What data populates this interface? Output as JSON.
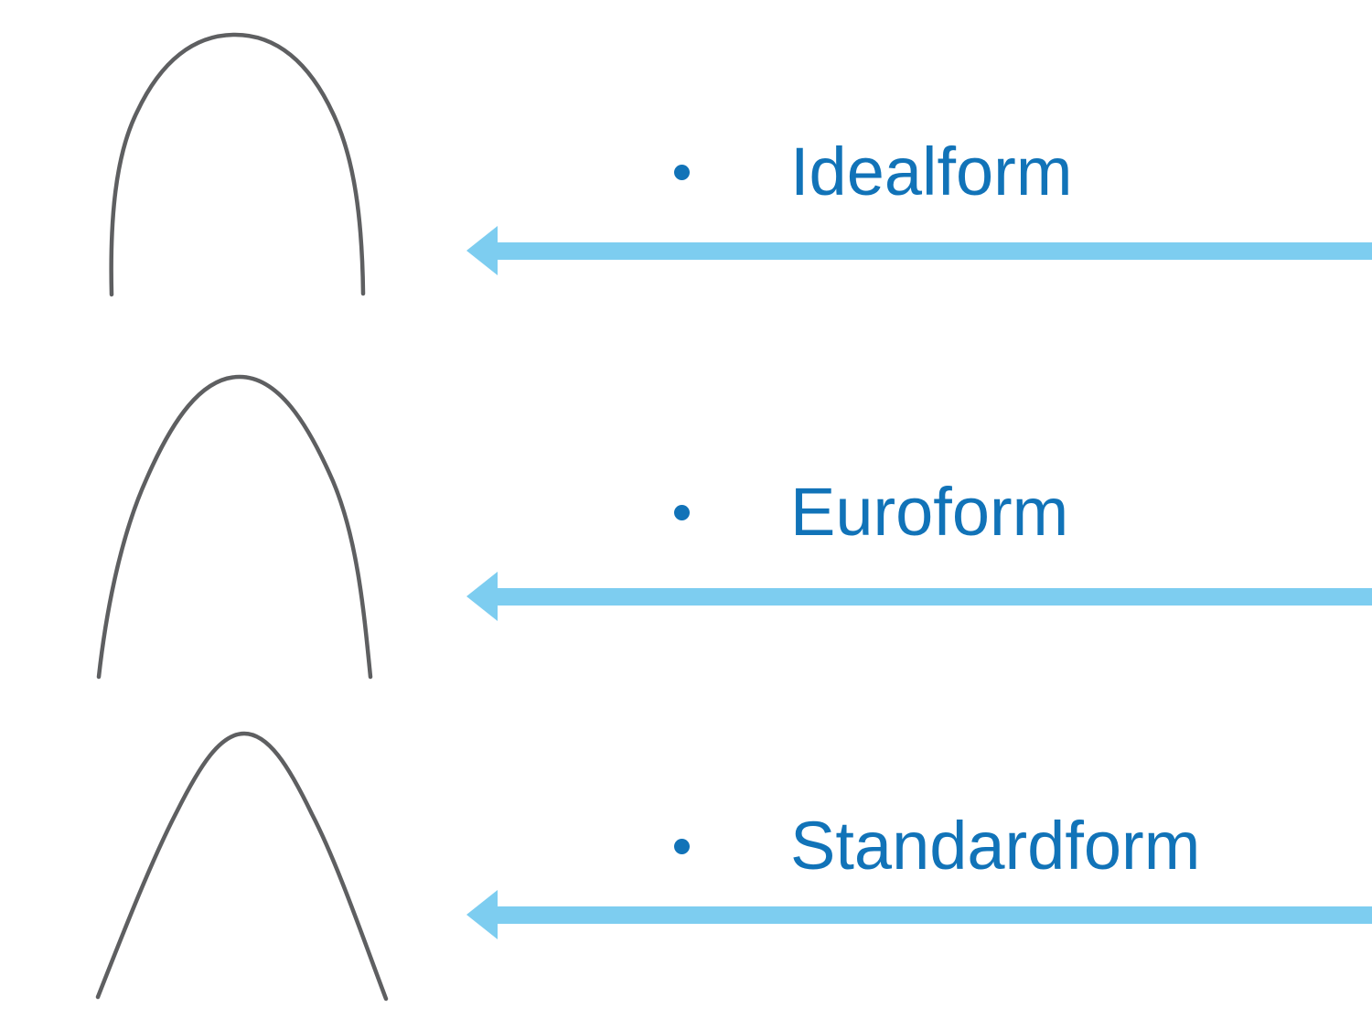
{
  "slide": {
    "type": "presentation-slide",
    "topic": "orthodontic archwire forms"
  },
  "colors": {
    "slide_bg": "#ffffff",
    "label_text": "#1173b8",
    "bullet": "#1173b8",
    "arrow": "#7dcdf0",
    "wire": "#5e5f61"
  },
  "items": [
    {
      "label": "Idealform",
      "bullet": "•",
      "wire_icon": "idealform-archwire",
      "arrow_icon": "left-arrow"
    },
    {
      "label": "Euroform",
      "bullet": "•",
      "wire_icon": "euroform-archwire",
      "arrow_icon": "left-arrow"
    },
    {
      "label": "Standardform",
      "bullet": "•",
      "wire_icon": "standardform-archwire",
      "arrow_icon": "left-arrow"
    }
  ]
}
